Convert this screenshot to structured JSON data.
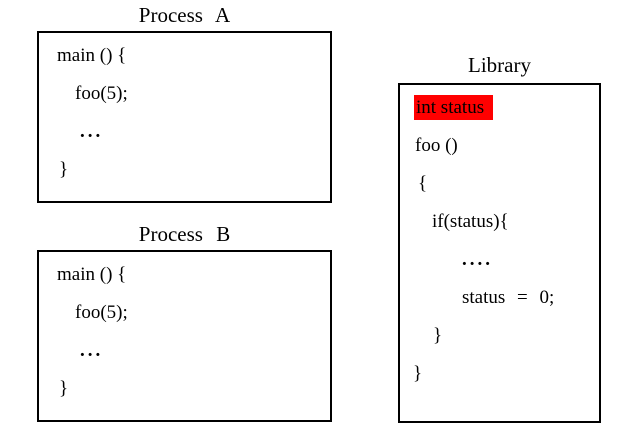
{
  "colors": {
    "highlight_red": "#FF0000",
    "text": "#000000",
    "border": "#000000",
    "background": "#FFFFFF"
  },
  "process_a": {
    "title": "Process A",
    "code": [
      "main () {",
      "foo(5);",
      "...",
      "}"
    ]
  },
  "process_b": {
    "title": "Process B",
    "code": [
      "main () {",
      "foo(5);",
      "...",
      "}"
    ]
  },
  "library": {
    "title": "Library",
    "shared_variable": "int status",
    "code": [
      "foo ()",
      "{",
      "if(status){",
      "....",
      "status = 0;",
      "}",
      "}"
    ]
  }
}
